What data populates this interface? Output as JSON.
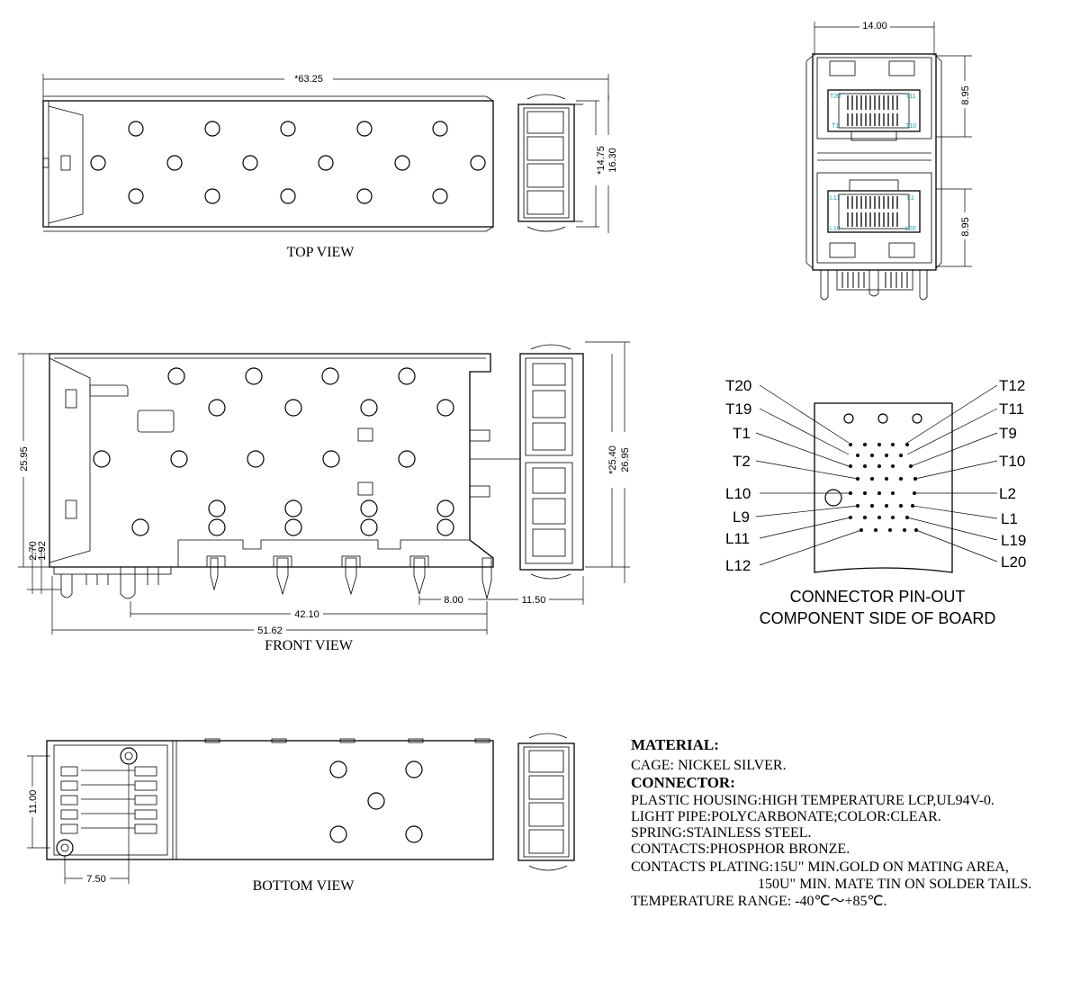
{
  "views": {
    "top": "TOP VIEW",
    "front": "FRONT VIEW",
    "bottom": "BOTTOM VIEW"
  },
  "dimensions": {
    "top_length": "*63.25",
    "top_w1": "*14.75",
    "top_w2": "16.30",
    "end_width": "14.00",
    "end_h_top": "8.95",
    "end_h_bot": "8.95",
    "front_height": "25.95",
    "front_h_inner": "*25.40",
    "front_h_outer": "26.95",
    "front_270": "2.70",
    "front_192": "1.92",
    "front_4210": "42.10",
    "front_800": "8.00",
    "front_1150": "11.50",
    "front_5162": "51.62",
    "bottom_1100": "11.00",
    "bottom_750": "7.50"
  },
  "connector_pins": {
    "left": [
      "T20",
      "T19",
      "T1",
      "T2",
      "L10",
      "L9",
      "L11",
      "L12"
    ],
    "right": [
      "T12",
      "T11",
      "T9",
      "T10",
      "L2",
      "L1",
      "L19",
      "L20"
    ],
    "cyan_top": [
      "T20",
      "T11",
      "T1",
      "T10"
    ],
    "cyan_bot": [
      "L11",
      "L1",
      "L10",
      "L20"
    ]
  },
  "pinout_caption": {
    "line1": "CONNECTOR PIN-OUT",
    "line2": "COMPONENT SIDE OF BOARD"
  },
  "material": {
    "heading": "MATERIAL:",
    "cage": "CAGE: NICKEL SILVER.",
    "connector_heading": "CONNECTOR:",
    "housing": "PLASTIC HOUSING:HIGH TEMPERATURE LCP,UL94V-0.",
    "light_pipe": "LIGHT PIPE:POLYCARBONATE;COLOR:CLEAR.",
    "spring": "SPRING:STAINLESS STEEL.",
    "contacts": "CONTACTS:PHOSPHOR BRONZE.",
    "plating1": "CONTACTS PLATING:15U\" MIN.GOLD ON MATING AREA,",
    "plating2": "150U\" MIN. MATE TIN ON SOLDER TAILS.",
    "temperature": "TEMPERATURE RANGE: -40℃～+85℃."
  }
}
